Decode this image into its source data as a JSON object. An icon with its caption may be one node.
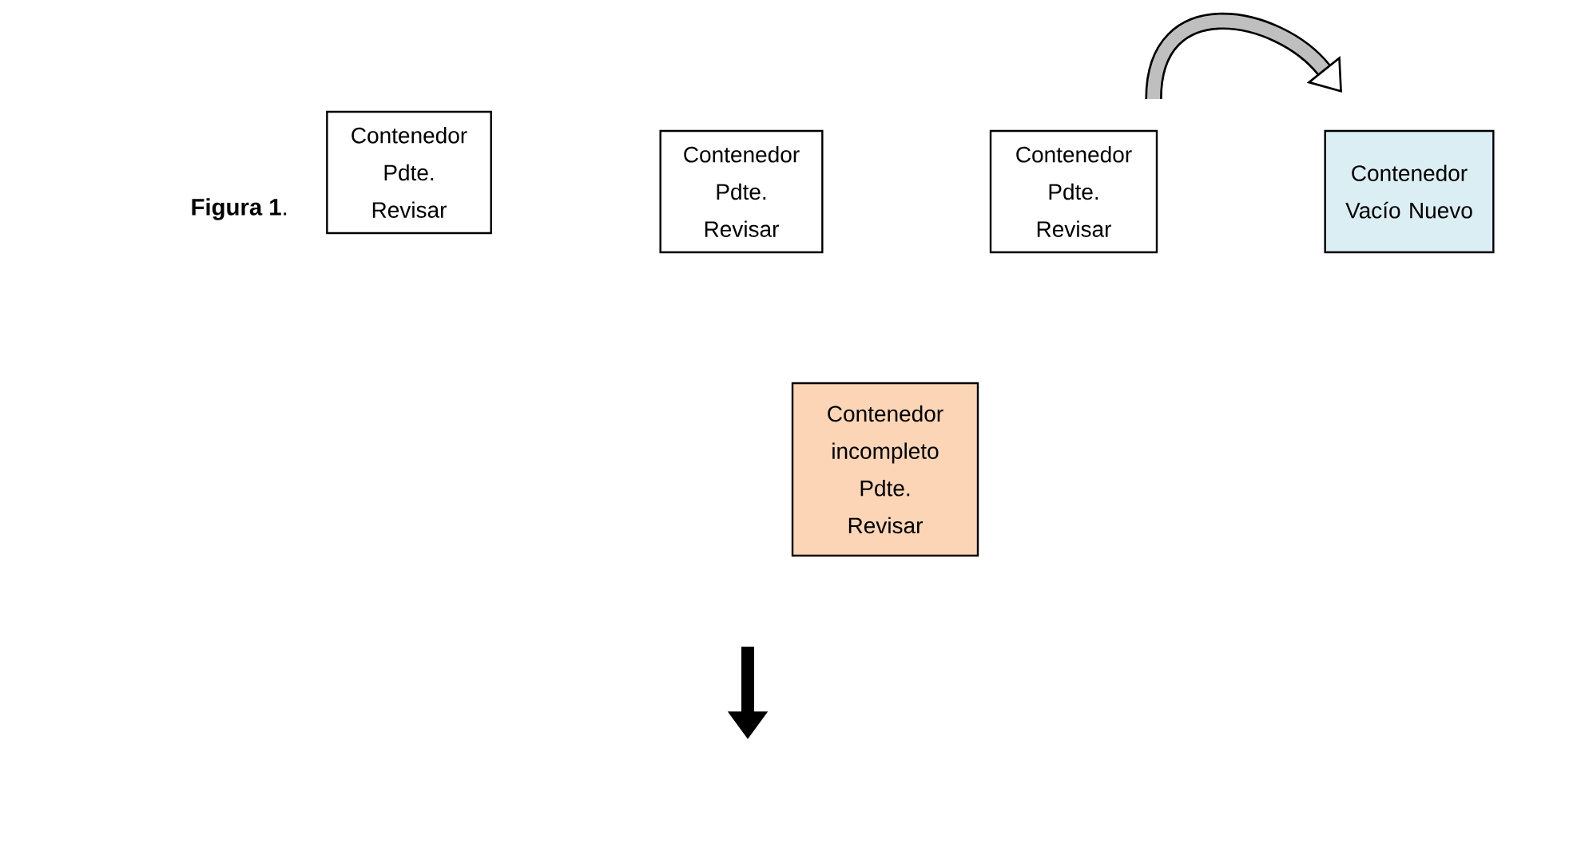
{
  "diagram": {
    "nodes": [
      {
        "text": [
          "Contenedor Pdte. Revisar"
        ]
      },
      {
        "text": [
          "Contenedor Pdte. Revisar"
        ]
      },
      {
        "text": [
          "Contenedor Pdte. Revisar"
        ]
      },
      {
        "text": [
          "Contenedor Vacío Nuevo"
        ]
      },
      {
        "text": [
          "Contenedor incompleto Pdte. Revisar"
        ]
      }
    ],
    "labels": [
      "**Figura 1**."
    ]
  }
}
